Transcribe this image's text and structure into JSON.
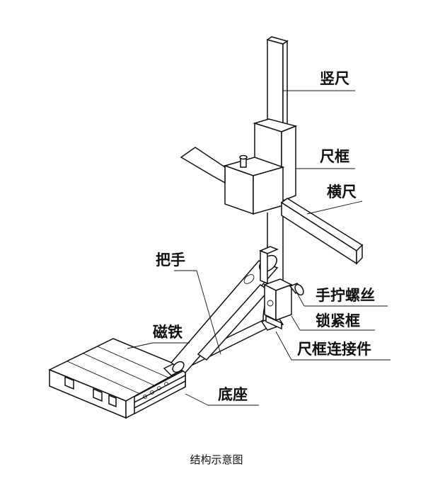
{
  "labels": {
    "vertical_ruler": "竖尺",
    "ruler_frame": "尺框",
    "horizontal_ruler": "横尺",
    "handle": "把手",
    "thumb_screw": "手拧螺丝",
    "magnet": "磁铁",
    "locking_frame": "锁紧框",
    "frame_connector": "尺框连接件",
    "base": "底座"
  },
  "caption": "结构示意图"
}
